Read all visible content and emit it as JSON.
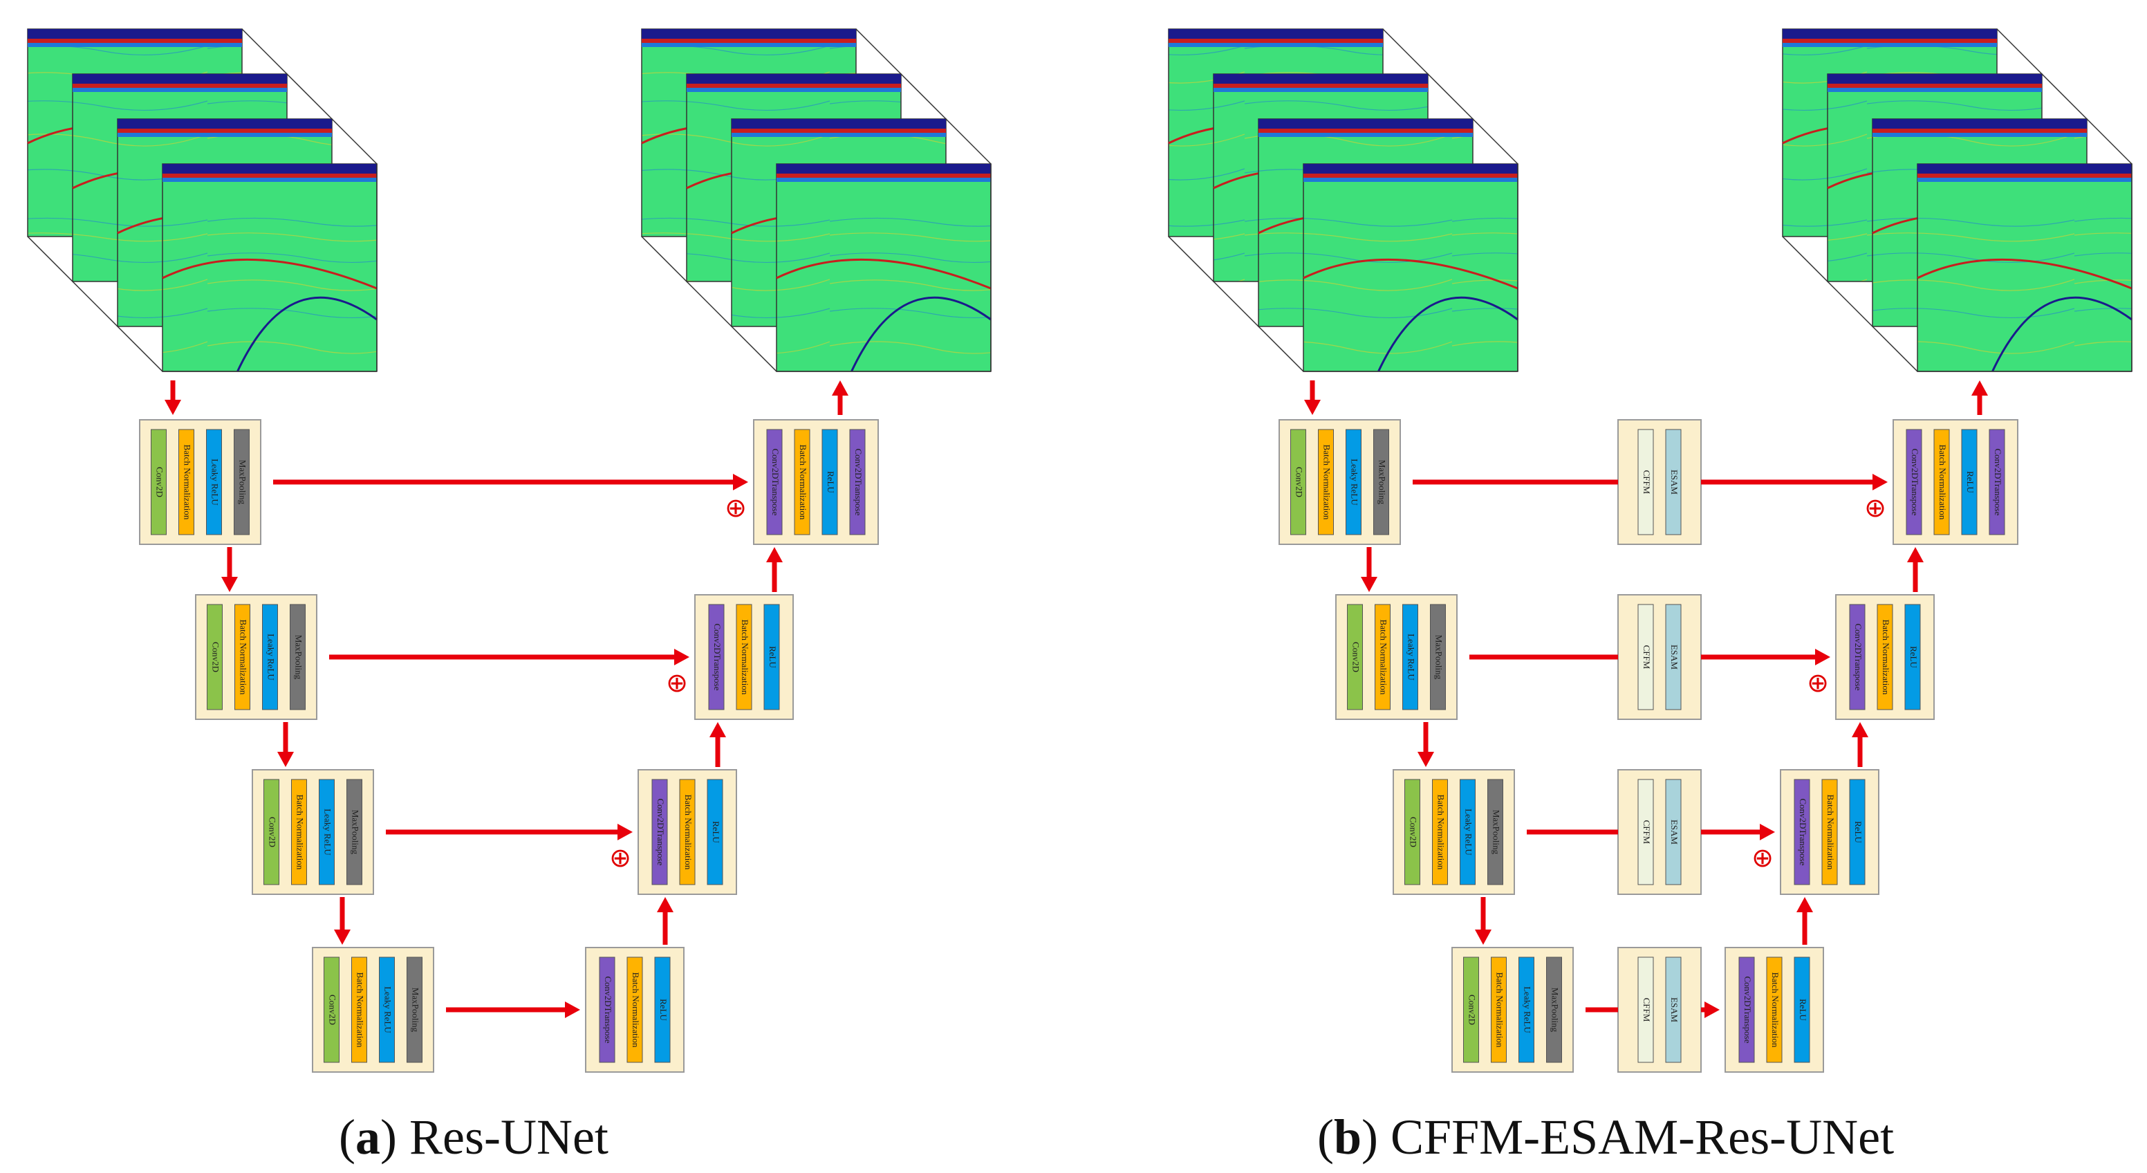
{
  "captions": {
    "a": {
      "letter": "a",
      "text": "Res-UNet"
    },
    "b": {
      "letter": "b",
      "text": "CFFM-ESAM-Res-UNet"
    }
  },
  "layer_colors": {
    "Conv2D": "#8bc34a",
    "Batch Normalization": "#ffb300",
    "Leaky ReLU": "#039be5",
    "MaxPooling": "#757575",
    "Conv2DTranspose": "#7e57c2",
    "ReLU": "#039be5",
    "CFFM": "#eef3df",
    "ESAM": "#a9d3db"
  },
  "colors": {
    "block_fill": "#fbefcc",
    "block_stroke": "#9a9a9a",
    "arrow": "#e8000b",
    "seismic_bg": "#3ee07a"
  },
  "icons": {
    "add": "circled-plus-icon"
  },
  "panel_a": {
    "encoder": [
      [
        "Conv2D",
        "Batch Normalization",
        "Leaky ReLU",
        "MaxPooling"
      ],
      [
        "Conv2D",
        "Batch Normalization",
        "Leaky ReLU",
        "MaxPooling"
      ],
      [
        "Conv2D",
        "Batch Normalization",
        "Leaky ReLU",
        "MaxPooling"
      ],
      [
        "Conv2D",
        "Batch Normalization",
        "Leaky ReLU",
        "MaxPooling"
      ]
    ],
    "decoder": [
      [
        "Conv2DTranspose",
        "Batch Normalization",
        "ReLU",
        "Conv2DTranspose"
      ],
      [
        "Conv2DTranspose",
        "Batch Normalization",
        "ReLU"
      ],
      [
        "Conv2DTranspose",
        "Batch Normalization",
        "ReLU"
      ],
      [
        "Conv2DTranspose",
        "Batch Normalization",
        "ReLU"
      ]
    ]
  },
  "panel_b": {
    "encoder": [
      [
        "Conv2D",
        "Batch Normalization",
        "Leaky ReLU",
        "MaxPooling"
      ],
      [
        "Conv2D",
        "Batch Normalization",
        "Leaky ReLU",
        "MaxPooling"
      ],
      [
        "Conv2D",
        "Batch Normalization",
        "Leaky ReLU",
        "MaxPooling"
      ],
      [
        "Conv2D",
        "Batch Normalization",
        "Leaky ReLU",
        "MaxPooling"
      ]
    ],
    "skip": [
      "CFFM",
      "ESAM"
    ],
    "decoder": [
      [
        "Conv2DTranspose",
        "Batch Normalization",
        "ReLU",
        "Conv2DTranspose"
      ],
      [
        "Conv2DTranspose",
        "Batch Normalization",
        "ReLU"
      ],
      [
        "Conv2DTranspose",
        "Batch Normalization",
        "ReLU"
      ],
      [
        "Conv2DTranspose",
        "Batch Normalization",
        "ReLU"
      ]
    ]
  }
}
